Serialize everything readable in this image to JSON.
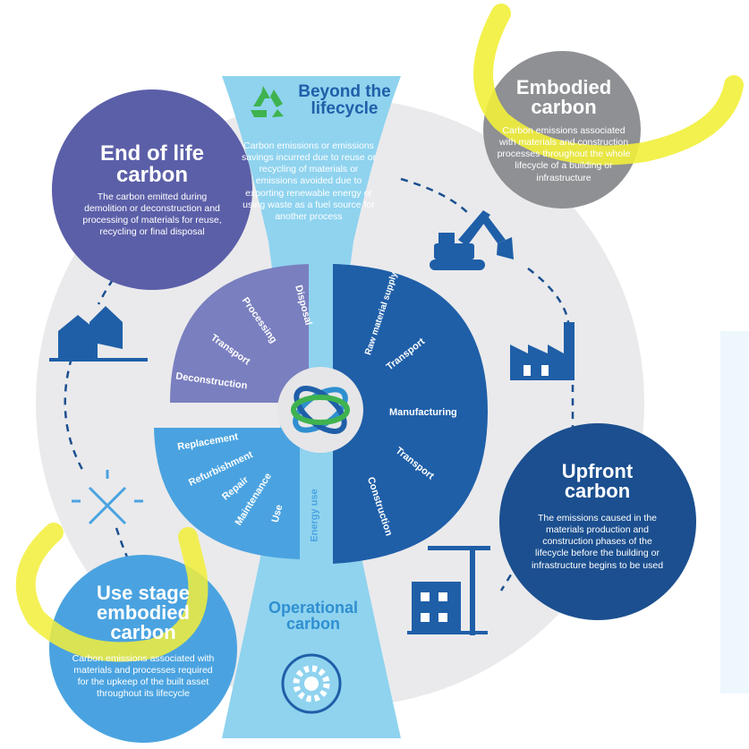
{
  "beyond": {
    "title_line1": "Beyond the",
    "title_line2": "lifecycle",
    "description": "Carbon emissions or emissions savings incurred due to reuse or recycling of materials or emissions avoided due to exporting renewable energy or using waste as a fuel source for another process"
  },
  "embodied": {
    "title_line1": "Embodied",
    "title_line2": "carbon",
    "description": "Carbon emissions associated with materials and construction processes throughout the whole lifecycle of a building or infrastructure"
  },
  "end_of_life": {
    "title_line1": "End of life",
    "title_line2": "carbon",
    "description": "The carbon emitted during demolition or deconstruction and processing of materials for reuse, recycling or final disposal"
  },
  "upfront": {
    "title_line1": "Upfront",
    "title_line2": "carbon",
    "description": "The emissions caused in the materials production and construction phases of the lifecycle before the building or infrastructure begins to be used"
  },
  "use_stage": {
    "title_line1": "Use stage",
    "title_line2": "embodied",
    "title_line3": "carbon",
    "description": "Carbon emissions associated with materials and processes required for the upkeep of the built asset throughout its lifecycle"
  },
  "operational": {
    "title_line1": "Operational",
    "title_line2": "carbon",
    "energy_use": "Energy use"
  },
  "segments": {
    "end_of_life": [
      "Disposal",
      "Processing",
      "Transport",
      "Deconstruction"
    ],
    "upfront": [
      "Raw material supply",
      "Transport",
      "Manufacturing",
      "Transport",
      "Construction"
    ],
    "use_stage": [
      "Replacement",
      "Refurbishment",
      "Repair",
      "Maintenance",
      "Use"
    ]
  },
  "colors": {
    "light_cyan": "#8fd3ef",
    "navy": "#1f5fa8",
    "dark_navy": "#1b4f8f",
    "purple": "#5b5fa8",
    "lavender": "#7a7fbf",
    "sky": "#4aa3e0",
    "grey": "#8e9094",
    "highlight": "#f2ef3a"
  }
}
